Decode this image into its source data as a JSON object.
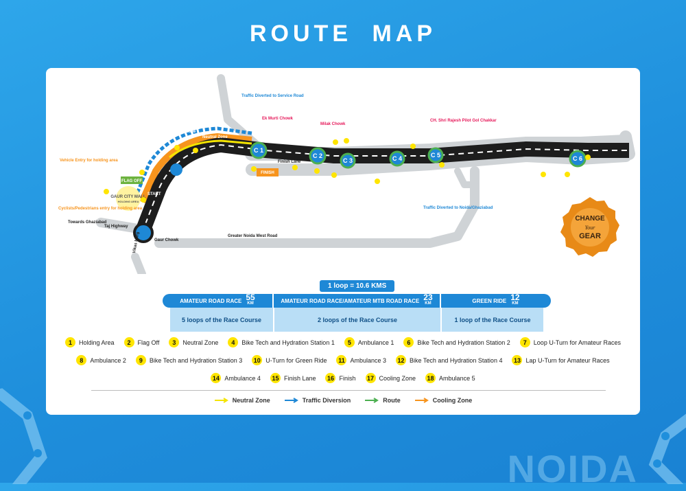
{
  "page": {
    "title": "ROUTE MAP",
    "brand": "NOIDA"
  },
  "map": {
    "checkpoints": [
      "C 1",
      "C 2",
      "C 3",
      "C 4",
      "C 5",
      "C 6"
    ],
    "labels": {
      "traffic_service": "Traffic Diverted to Service Road",
      "ek_murti": "Ek Murti Chowk",
      "milak": "Milak Chowk",
      "rajesh_pilot": "CH. Shri Rajesh Pilot Gol Chakkar",
      "vehicle_entry": "Vehicle Entry for holding area",
      "cyclists_entry": "Cyclists/Pedestrians entry for holding area",
      "towards_ghaziabad": "Towards Ghaziabad",
      "taj_highway": "Taj Highway",
      "vikas_marg": "Vikas Marg",
      "gaur_chowk": "Gaur Chowk",
      "gn_west_road": "Greater Noida West Road",
      "traffic_ghaziabad": "Traffic Diverted to Noida/Ghaziabad",
      "neutral_zone": "Neutral Zone",
      "cooling_zone": "Cooling Zone",
      "finish_lane": "Finish Lane",
      "flag_off": "FLAG OFF",
      "finish": "FINISH",
      "gaur_city_mall": "GAUR CITY MALL",
      "holding_area": "HOLDING AREA",
      "start": "START"
    },
    "badge": {
      "line1": "CHANGE",
      "line2": "Your",
      "line3": "GEAR"
    },
    "colors": {
      "route": "#4caf50",
      "neutral": "#f4e400",
      "diversion": "#1e88d6",
      "cooling": "#f7941d",
      "road": "#cfd3d6"
    }
  },
  "races": {
    "loop_info": "1 loop = 10.6 KMS",
    "items": [
      {
        "name": "AMATEUR ROAD RACE",
        "km": "55",
        "unit": "KM",
        "loops": "5 loops of the Race Course"
      },
      {
        "name": "AMATEUR ROAD RACE/AMATEUR MTB ROAD RACE",
        "km": "23",
        "unit": "KM",
        "loops": "2 loops of the Race Course"
      },
      {
        "name": "GREEN RIDE",
        "km": "12",
        "unit": "KM",
        "loops": "1 loop of the Race Course"
      }
    ]
  },
  "legend": [
    {
      "n": "1",
      "label": "Holding Area"
    },
    {
      "n": "2",
      "label": "Flag Off"
    },
    {
      "n": "3",
      "label": "Neutral Zone"
    },
    {
      "n": "4",
      "label": "Bike Tech and Hydration Station 1"
    },
    {
      "n": "5",
      "label": "Ambulance 1"
    },
    {
      "n": "6",
      "label": "Bike Tech and Hydration Station 2"
    },
    {
      "n": "7",
      "label": "Loop U-Turn for Amateur Races"
    },
    {
      "n": "8",
      "label": "Ambulance 2"
    },
    {
      "n": "9",
      "label": "Bike Tech and Hydration Station 3"
    },
    {
      "n": "10",
      "label": "U-Turn for Green Ride"
    },
    {
      "n": "11",
      "label": "Ambulance 3"
    },
    {
      "n": "12",
      "label": "Bike Tech and Hydration Station 4"
    },
    {
      "n": "13",
      "label": "Lap U-Turn for Amateur Races"
    },
    {
      "n": "14",
      "label": "Ambulance 4"
    },
    {
      "n": "15",
      "label": "Finish Lane"
    },
    {
      "n": "16",
      "label": "Finish"
    },
    {
      "n": "17",
      "label": "Cooling Zone"
    },
    {
      "n": "18",
      "label": "Ambulance 5"
    }
  ],
  "keys": [
    {
      "label": "Neutral Zone",
      "color": "#f4e400"
    },
    {
      "label": "Traffic Diversion",
      "color": "#1e88d6"
    },
    {
      "label": "Route",
      "color": "#4caf50"
    },
    {
      "label": "Cooling Zone",
      "color": "#f7941d"
    }
  ]
}
